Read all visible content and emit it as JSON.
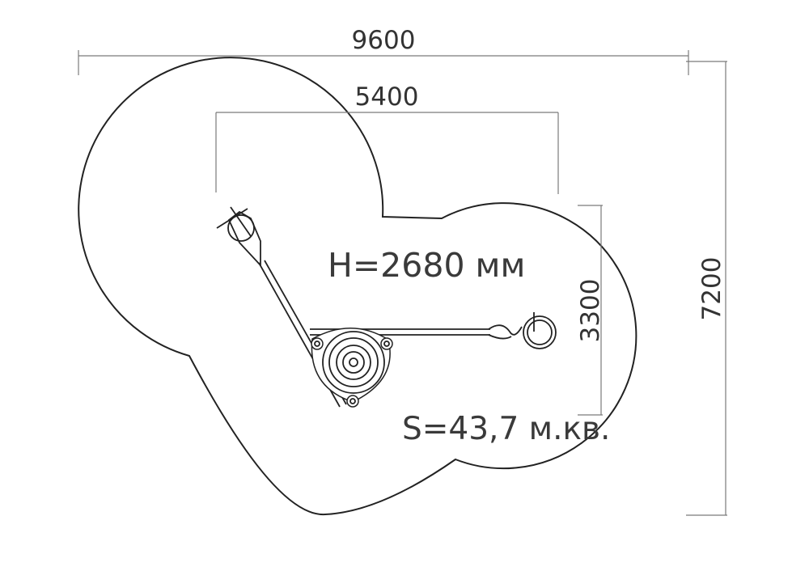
{
  "dimensions": {
    "overall_width": "9600",
    "inner_width": "5400",
    "overall_height": "7200",
    "inner_height": "3300"
  },
  "labels": {
    "height": "H=2680 мм",
    "area": "S=43,7 м.кв."
  }
}
